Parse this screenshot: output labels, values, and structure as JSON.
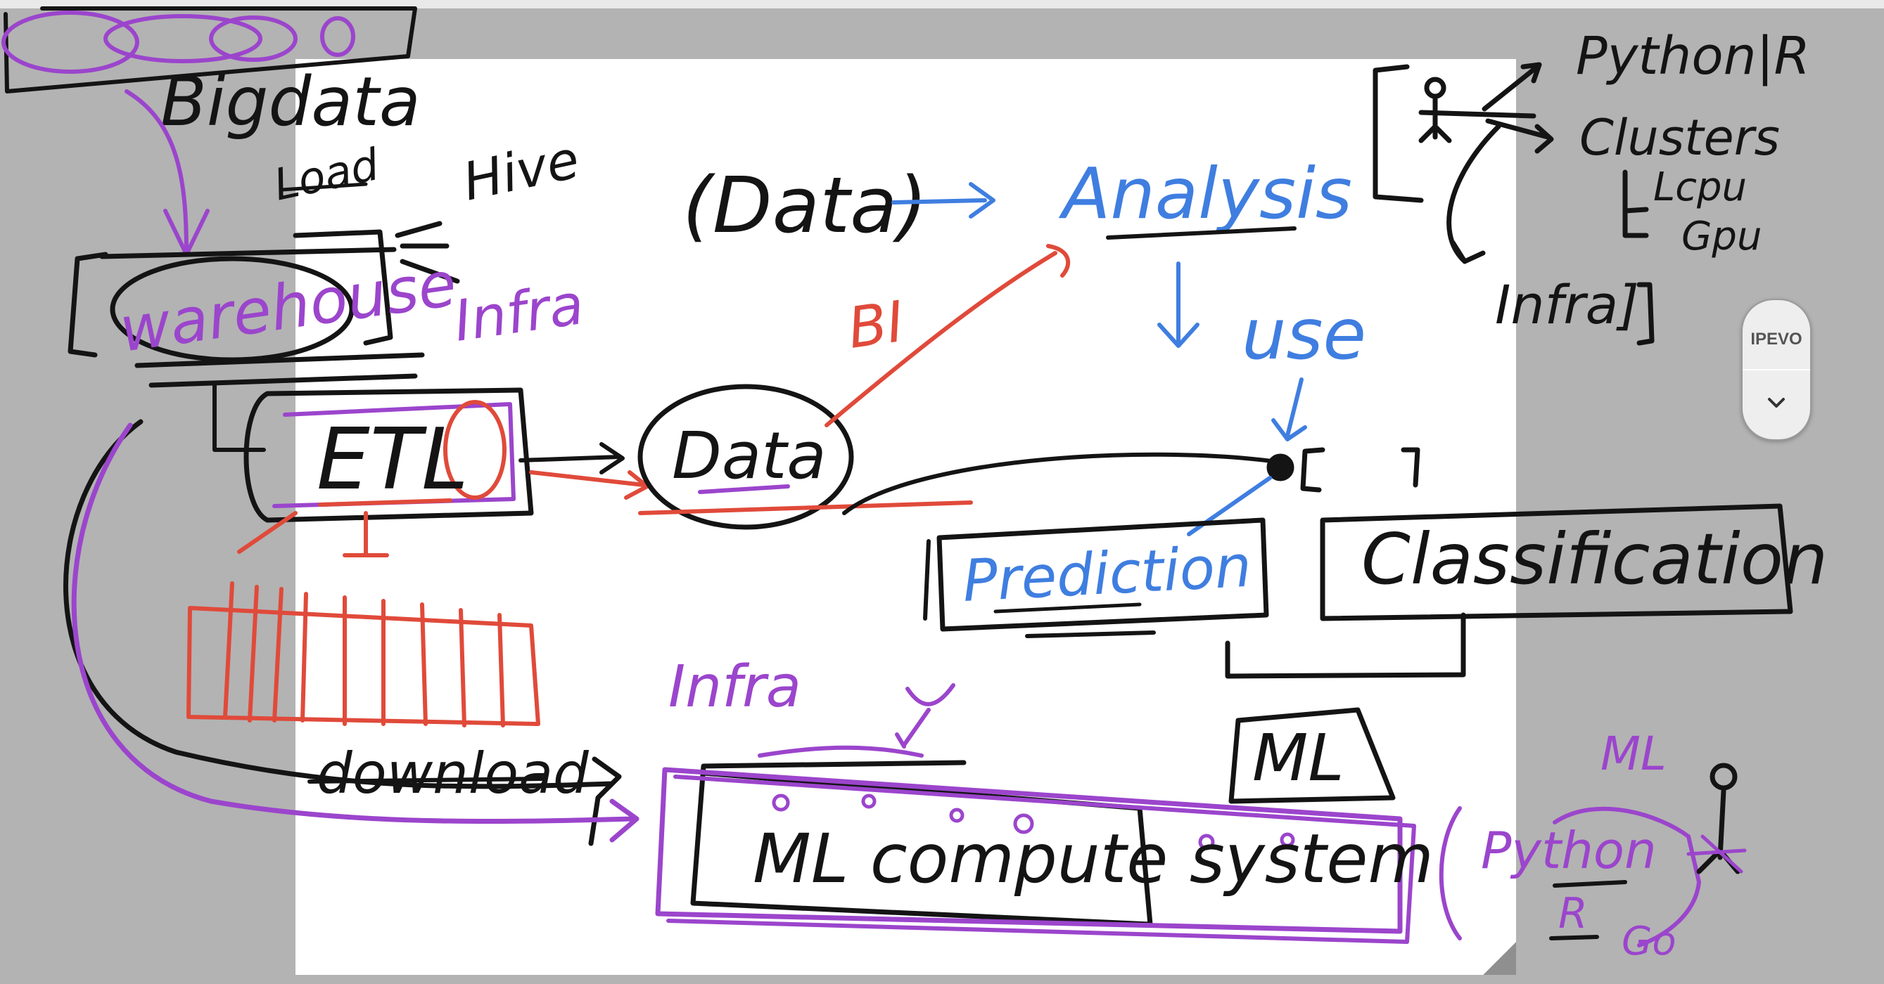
{
  "canvas": {
    "bg_color": "#b3b3b3",
    "page_color": "#ffffff"
  },
  "ink_colors": {
    "black": "#141414",
    "purple": "#9b45cc",
    "blue": "#3f7ee0",
    "red": "#e04a3a"
  },
  "labels": {
    "bigdata": "Bigdata",
    "load": "Load",
    "hive": "Hive",
    "warehouse": "warehouse",
    "infra_left": "Infra",
    "etl": "ETL",
    "data_oval": "Data",
    "data_paren": "(Data)",
    "analysis": "Analysis",
    "bi": "BI",
    "use": "use",
    "prediction": "Prediction",
    "classification": "Classification",
    "python_r": "Python|R",
    "clusters": "Clusters",
    "lcpu": "Lcpu",
    "gpu": "Gpu",
    "infra_right": "Infra]",
    "infra_mid": "Infra",
    "download": "download",
    "ml": "ML",
    "ml_compute": "ML compute system",
    "ml_small": "ML",
    "python_bottom": "Python",
    "r_bottom": "R",
    "go": "Go"
  },
  "widget": {
    "brand": "IPEVO",
    "chevron": "chevron-down-icon"
  }
}
